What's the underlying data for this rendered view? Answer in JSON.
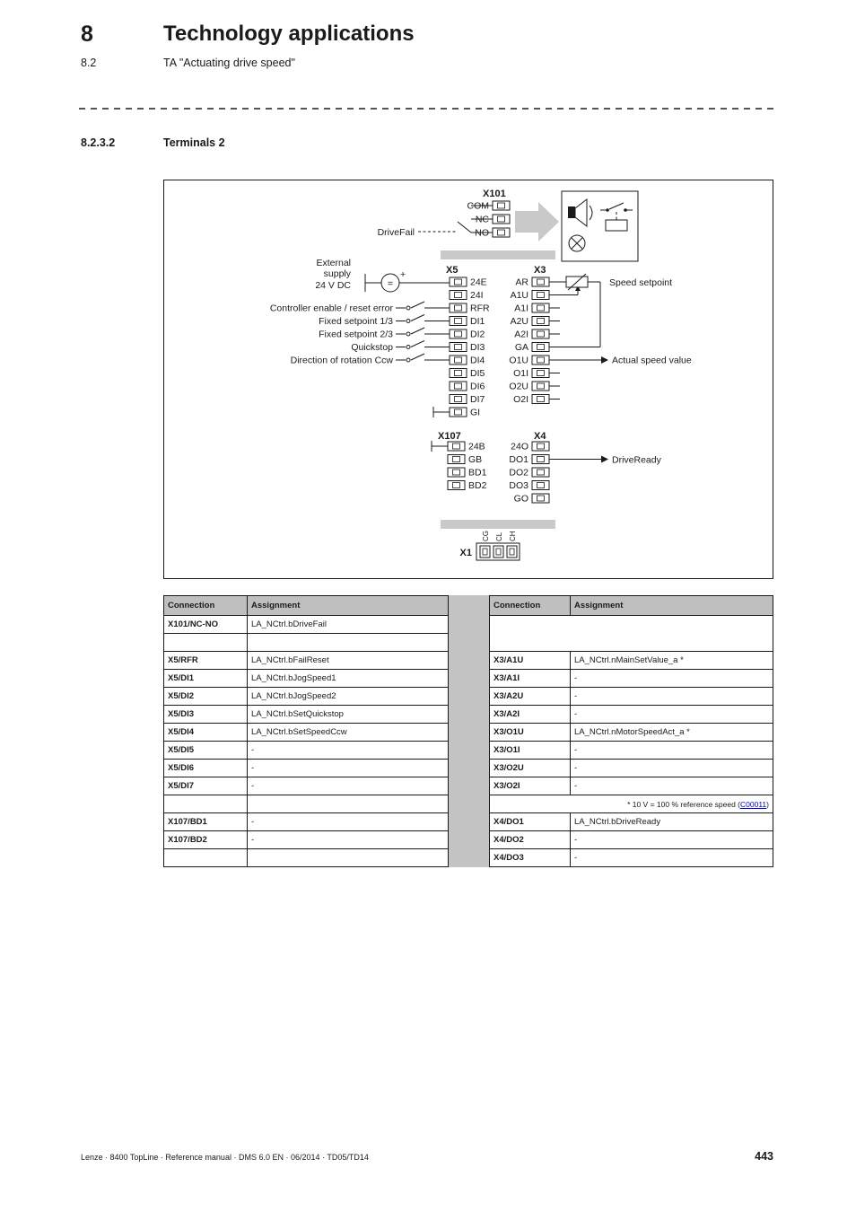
{
  "header": {
    "chapter_number": "8",
    "chapter_title": "Technology applications",
    "section_number": "8.2",
    "section_title": "TA \"Actuating drive speed\""
  },
  "section": {
    "number": "8.2.3.2",
    "title": "Terminals 2"
  },
  "diagram": {
    "x101": {
      "label": "X101",
      "terminals": [
        "COM",
        "NC",
        "NO"
      ]
    },
    "x5": {
      "label": "X5",
      "terminals": [
        "24E",
        "24I",
        "RFR",
        "DI1",
        "DI2",
        "DI3",
        "DI4",
        "DI5",
        "DI6",
        "DI7",
        "GI"
      ]
    },
    "x3": {
      "label": "X3",
      "terminals": [
        "AR",
        "A1U",
        "A1I",
        "A2U",
        "A2I",
        "GA",
        "O1U",
        "O1I",
        "O2U",
        "O2I"
      ]
    },
    "x107": {
      "label": "X107",
      "terminals": [
        "24B",
        "GB",
        "BD1",
        "BD2"
      ]
    },
    "x4": {
      "label": "X4",
      "terminals": [
        "24O",
        "DO1",
        "DO2",
        "DO3",
        "GO"
      ]
    },
    "x1": {
      "label": "X1",
      "terminals": [
        "CG",
        "CL",
        "CH"
      ]
    },
    "labels": {
      "drive_fail": "DriveFail",
      "external_supply_line1": "External",
      "external_supply_line2": "supply",
      "external_supply_line3": "24 V DC",
      "plus": "+",
      "equals": "=",
      "speed_setpoint": "Speed setpoint",
      "actual_speed_value": "Actual speed value",
      "drive_ready": "DriveReady"
    },
    "inputs": [
      "Controller enable / reset error",
      "Fixed setpoint 1/3",
      "Fixed setpoint 2/3",
      "Quickstop",
      "Direction of rotation Ccw"
    ],
    "icons": {
      "signal_devices": [
        "horn-icon",
        "contact-icon",
        "lamp-icon"
      ]
    },
    "colors": {
      "band": "#c9c9c9",
      "wire": "#1a1a1a"
    }
  },
  "table": {
    "headers": {
      "connection": "Connection",
      "assignment": "Assignment"
    },
    "left_rows": [
      {
        "c": "X101/NC-NO",
        "a": "LA_NCtrl.bDriveFail"
      },
      {
        "c": "",
        "a": ""
      },
      {
        "c": "X5/RFR",
        "a": "LA_NCtrl.bFailReset"
      },
      {
        "c": "X5/DI1",
        "a": "LA_NCtrl.bJogSpeed1"
      },
      {
        "c": "X5/DI2",
        "a": "LA_NCtrl.bJogSpeed2"
      },
      {
        "c": "X5/DI3",
        "a": "LA_NCtrl.bSetQuickstop"
      },
      {
        "c": "X5/DI4",
        "a": "LA_NCtrl.bSetSpeedCcw"
      },
      {
        "c": "X5/DI5",
        "a": "-"
      },
      {
        "c": "X5/DI6",
        "a": "-"
      },
      {
        "c": "X5/DI7",
        "a": "-"
      },
      {
        "c": "",
        "a": ""
      },
      {
        "c": "X107/BD1",
        "a": "-"
      },
      {
        "c": "X107/BD2",
        "a": "-"
      },
      {
        "c": "",
        "a": ""
      }
    ],
    "right_x3_rows": [
      {
        "c": "X3/A1U",
        "a": "LA_NCtrl.nMainSetValue_a *"
      },
      {
        "c": "X3/A1I",
        "a": "-"
      },
      {
        "c": "X3/A2U",
        "a": "-"
      },
      {
        "c": "X3/A2I",
        "a": "-"
      },
      {
        "c": "X3/O1U",
        "a": "LA_NCtrl.nMotorSpeedAct_a *"
      },
      {
        "c": "X3/O1I",
        "a": "-"
      },
      {
        "c": "X3/O2U",
        "a": "-"
      },
      {
        "c": "X3/O2I",
        "a": "-"
      }
    ],
    "footnote": {
      "prefix": "* 10 V = 100 % reference speed (",
      "link": "C00011",
      "suffix": ")"
    },
    "right_x4_rows": [
      {
        "c": "X4/DO1",
        "a": "LA_NCtrl.bDriveReady"
      },
      {
        "c": "X4/DO2",
        "a": "-"
      },
      {
        "c": "X4/DO3",
        "a": "-"
      }
    ]
  },
  "footer": {
    "text": "Lenze · 8400 TopLine · Reference manual · DMS 6.0 EN · 06/2014 · TD05/TD14",
    "page": "443"
  }
}
